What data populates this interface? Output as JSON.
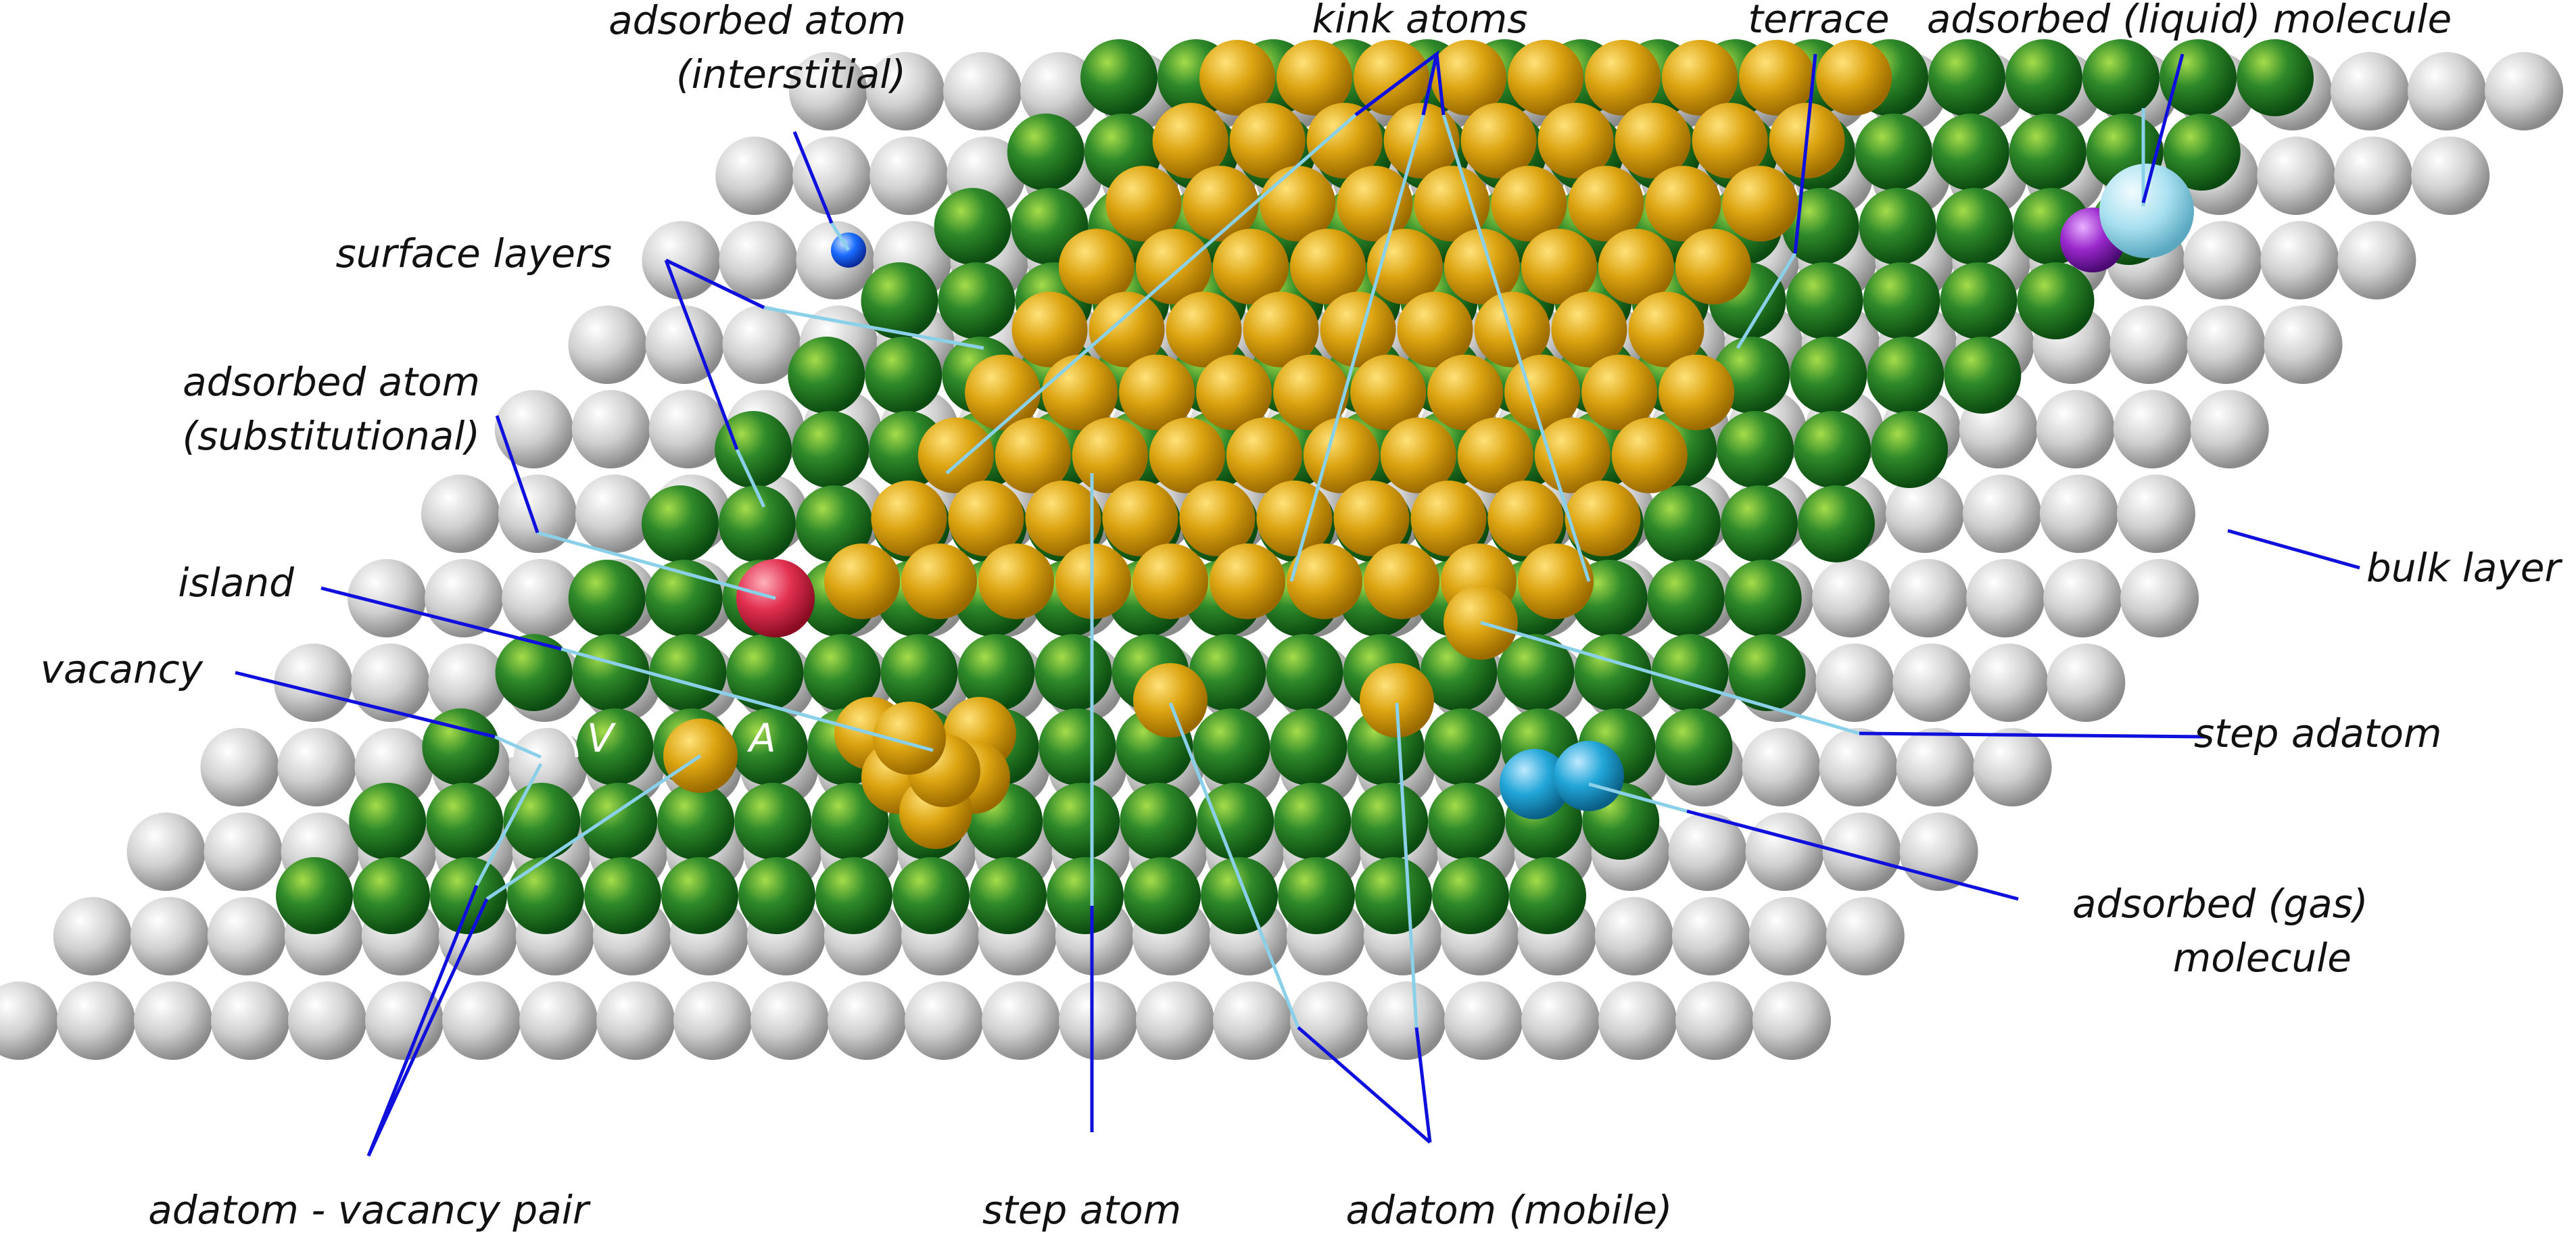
{
  "labels": {
    "adsorbed_interstitial_1": "adsorbed atom",
    "adsorbed_interstitial_2": "(interstitial)",
    "kink_atoms": "kink atoms",
    "terrace": "terrace",
    "adsorbed_liquid": "adsorbed (liquid) molecule",
    "surface_layers": "surface layers",
    "adsorbed_substitutional_1": "adsorbed atom",
    "adsorbed_substitutional_2": "(substitutional)",
    "island": "island",
    "vacancy": "vacancy",
    "bulk_layer": "bulk layer",
    "step_adatom": "step adatom",
    "adsorbed_gas_1": "adsorbed (gas)",
    "adsorbed_gas_2": "molecule",
    "adatom_vacancy_pair": "adatom - vacancy pair",
    "step_atom": "step atom",
    "adatom_mobile": "adatom (mobile)",
    "marker_v": "V",
    "marker_a": "A"
  },
  "colors": {
    "bulk": "#c8c8c8",
    "surface": "#1e7a1e",
    "terrace": "#d4a010",
    "substitutional": "#e0304a",
    "interstitial": "#1060ff",
    "gas_molecule": "#20a8d8",
    "liquid_small": "#9020c0",
    "liquid_large": "#a8e0f0",
    "leader_dark": "#1010dd",
    "leader_light": "#8ad0e8"
  }
}
